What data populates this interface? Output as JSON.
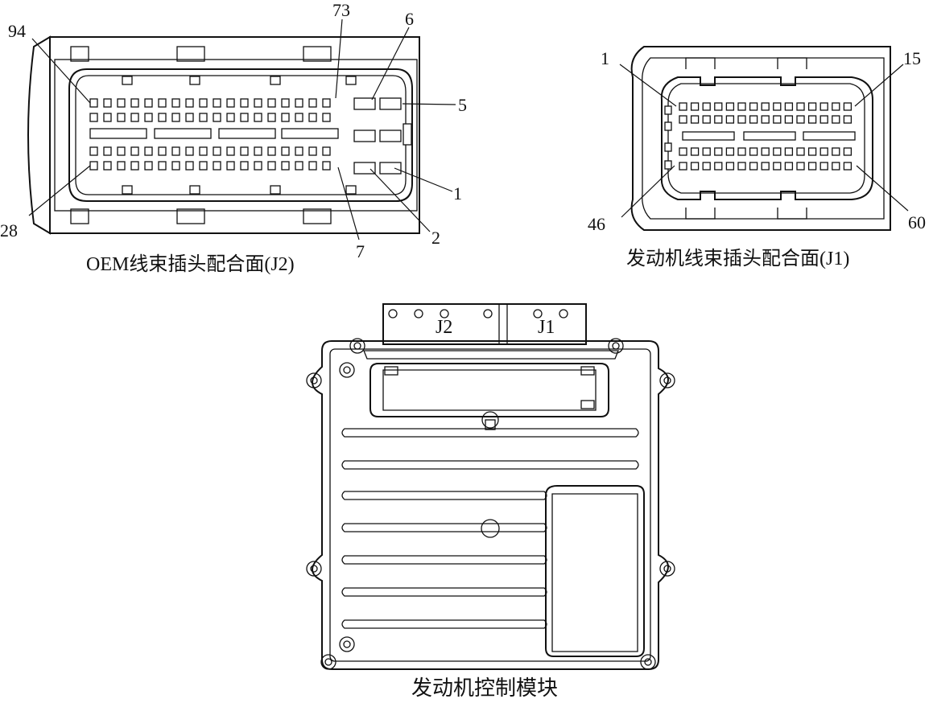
{
  "j2": {
    "caption": "OEM线束插头配合面(J2)",
    "pins": {
      "p94": "94",
      "p73": "73",
      "p6": "6",
      "p5": "5",
      "p1": "1",
      "p2": "2",
      "p7": "7",
      "p28": "28"
    }
  },
  "j1": {
    "caption": "发动机线束插头配合面(J1)",
    "pins": {
      "p1": "1",
      "p15": "15",
      "p46": "46",
      "p60": "60"
    }
  },
  "ecm": {
    "caption": "发动机控制模块",
    "connector_labels": {
      "j2": "J2",
      "j1": "J1"
    }
  }
}
